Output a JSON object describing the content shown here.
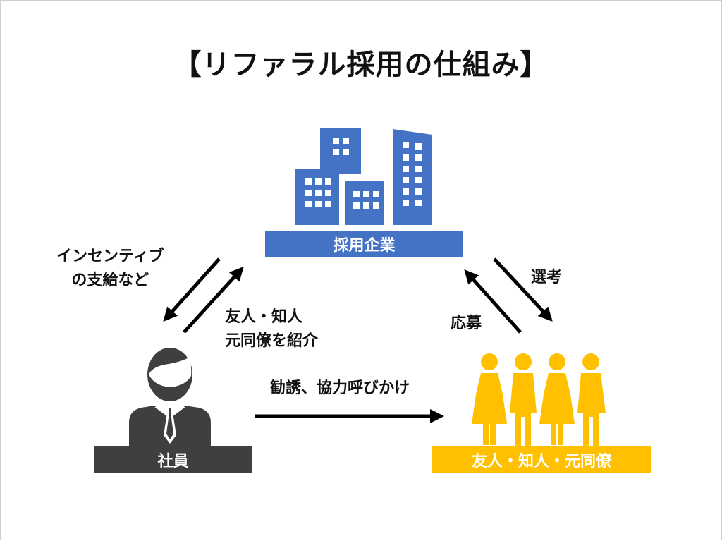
{
  "title": "【リファラル採用の仕組み】",
  "nodes": {
    "company": {
      "label": "採用企業",
      "color": "#4472c4"
    },
    "employee": {
      "label": "社員",
      "color": "#3f3f3f"
    },
    "friends": {
      "label": "友人・知人・元同僚",
      "color": "#ffc000"
    }
  },
  "edges": {
    "incentive": {
      "line1": "インセンティブ",
      "line2": "の支給など"
    },
    "referral": {
      "line1": "友人・知人",
      "line2": "元同僚を紹介"
    },
    "selection": {
      "label": "選考"
    },
    "application": {
      "label": "応募"
    },
    "solicit": {
      "label": "勧誘、協力呼びかけ"
    }
  }
}
